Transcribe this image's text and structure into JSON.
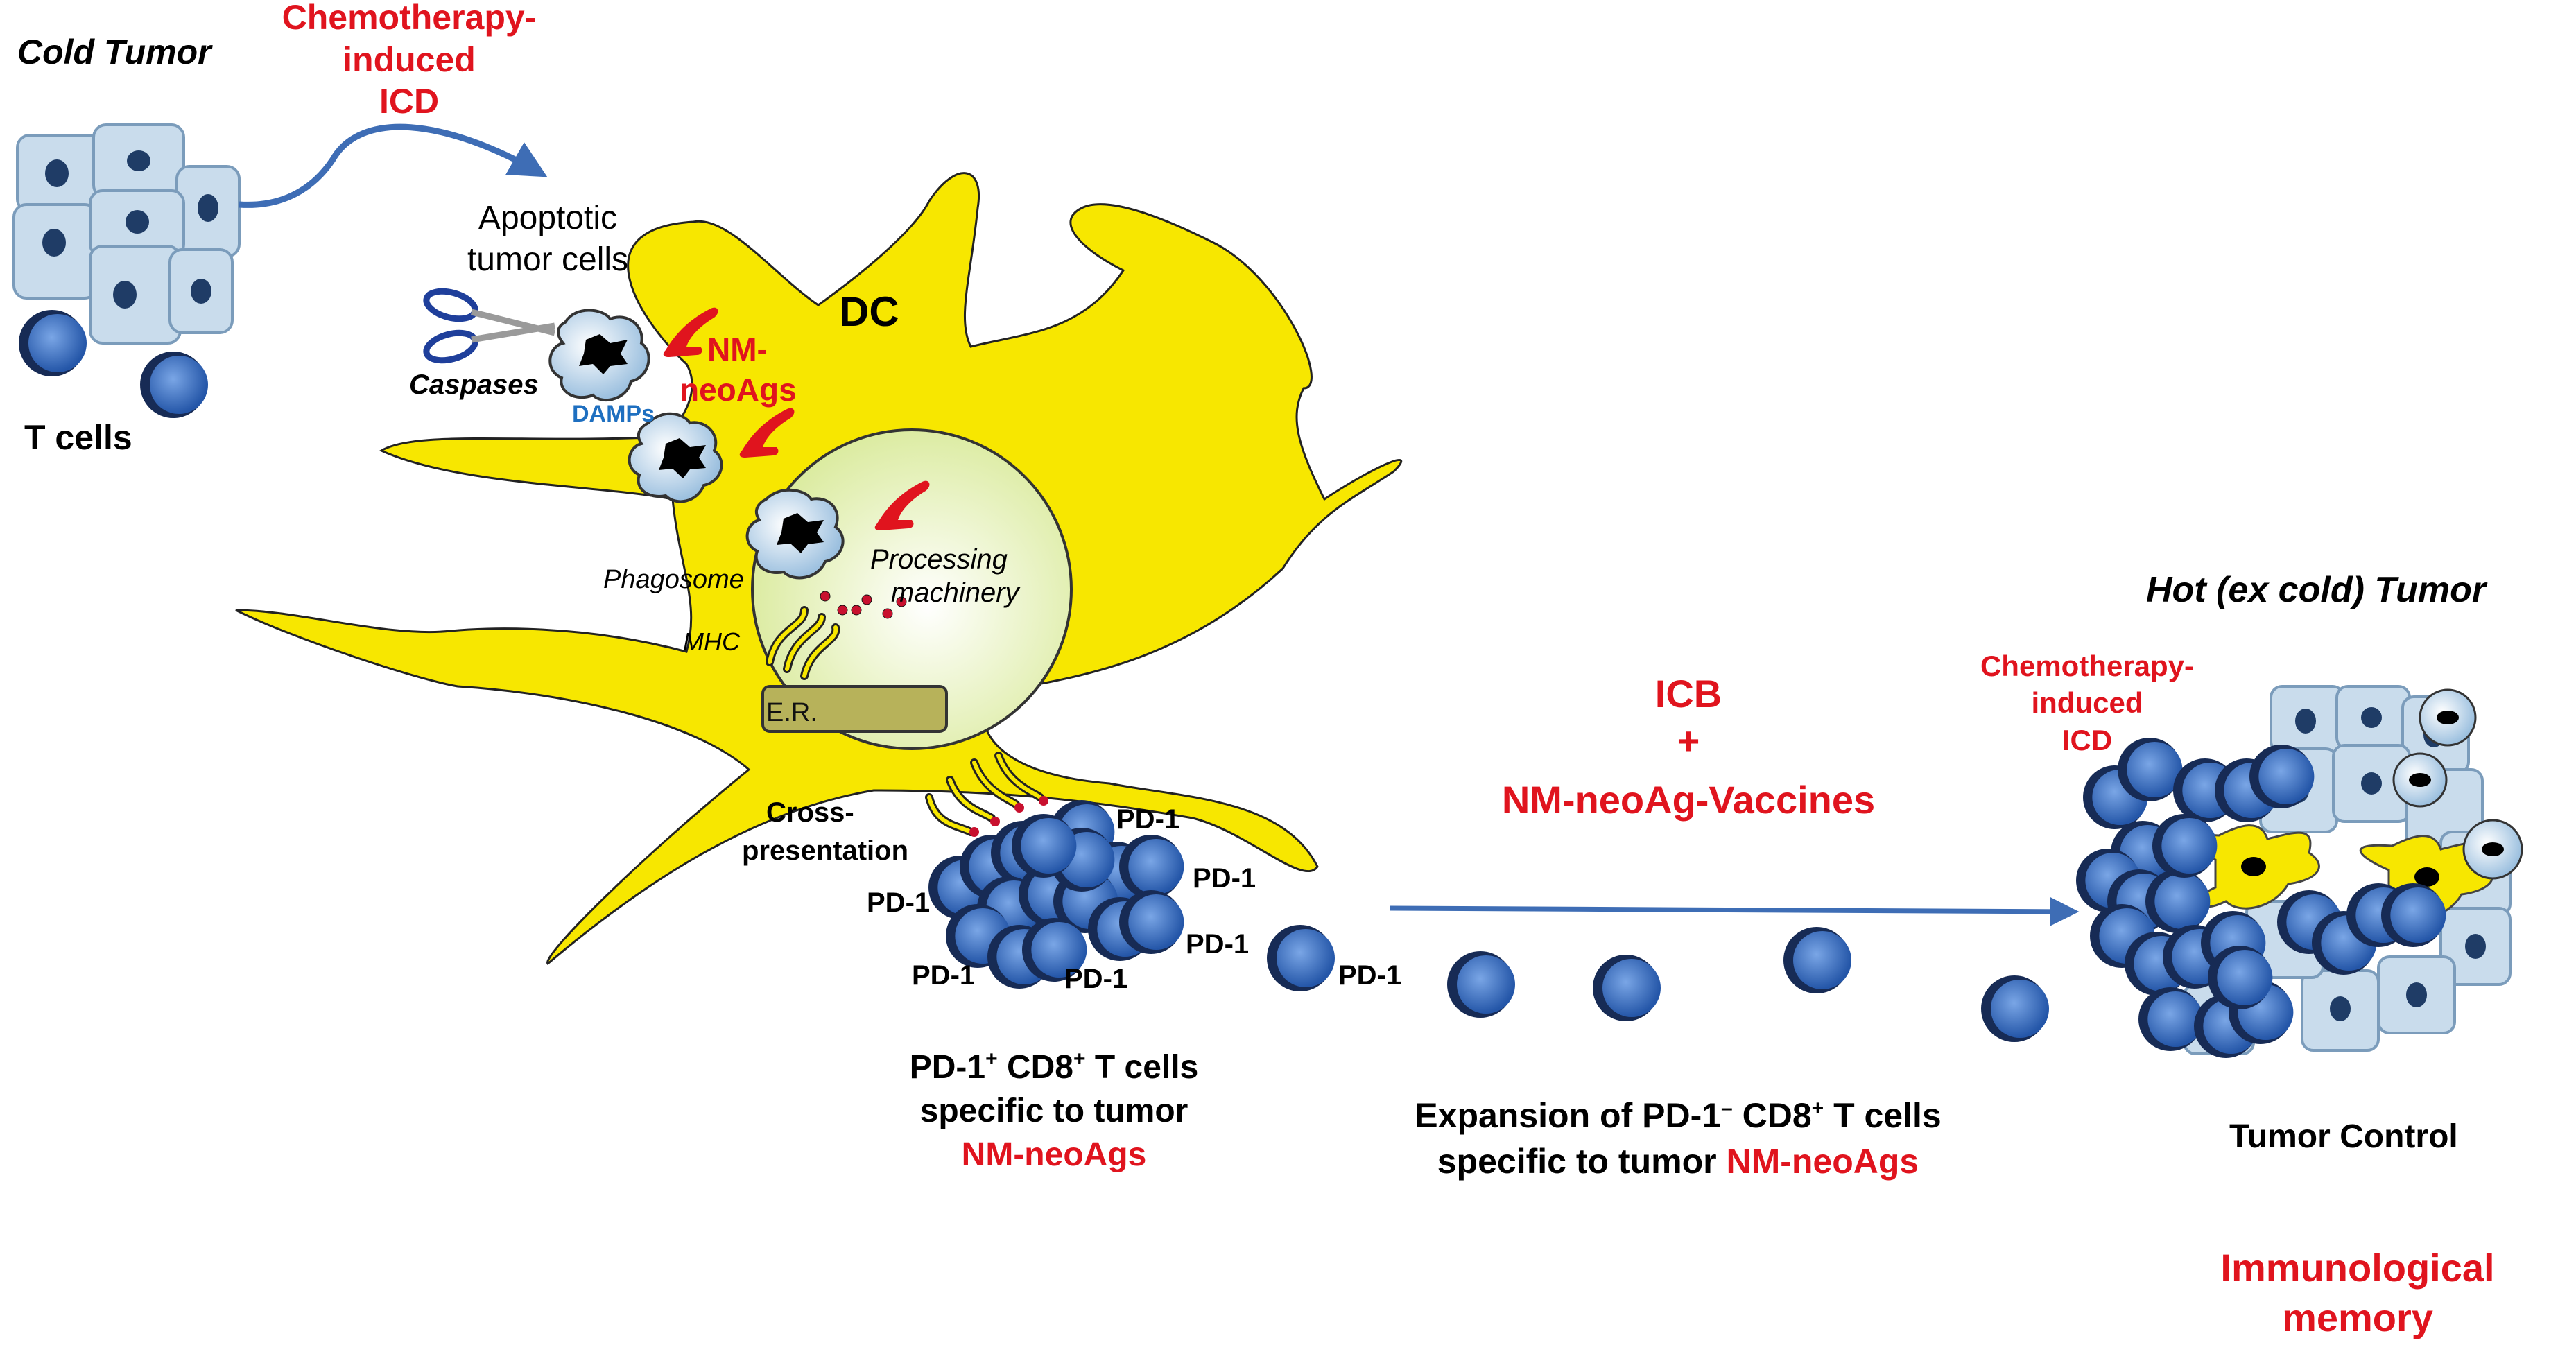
{
  "labels": {
    "cold_tumor": "Cold Tumor",
    "chemo_icd_top": [
      "Chemotherapy-",
      "induced",
      "ICD"
    ],
    "t_cells": "T cells",
    "apoptotic": [
      "Apoptotic",
      "tumor cells"
    ],
    "caspases": "Caspases",
    "damps": "DAMPs",
    "nm_neoags_small": [
      "NM-",
      "neoAgs"
    ],
    "dc": "DC",
    "phagosome": "Phagosome",
    "processing": [
      "Processing",
      "machinery"
    ],
    "mhc": "MHC",
    "er": "E.R.",
    "cross_presentation": [
      "Cross-",
      "presentation"
    ],
    "pd1": "PD-1",
    "pd1_pos_caption": {
      "line1_a": "PD-1",
      "line1_sup1": "+",
      "line1_b": " CD8",
      "line1_sup2": "+",
      "line1_c": " T cells",
      "line2": "specific to tumor",
      "line3": "NM-neoAgs"
    },
    "icb": "ICB",
    "plus": "+",
    "vaccines": "NM-neoAg-Vaccines",
    "expansion": {
      "line1_a": "Expansion of PD-1",
      "line1_sup1": "–",
      "line1_b": " CD8",
      "line1_sup2": "+",
      "line1_c": " T cells",
      "line2_a": "specific to tumor ",
      "line2_b": "NM-neoAgs"
    },
    "hot_tumor": "Hot (ex cold) Tumor",
    "chemo_icd_right": [
      "Chemotherapy-",
      "induced",
      "ICD"
    ],
    "tumor_control": "Tumor Control",
    "immuno_memory": [
      "Immunological",
      "memory"
    ]
  },
  "colors": {
    "red": "#e0141e",
    "dc_yellow": "#f7e700",
    "tcell_blue": "#3d73c6",
    "tumor_cell": "#c9dcec",
    "arrow_blue": "#3e6db5",
    "damps_blue": "#1e6fc0"
  }
}
